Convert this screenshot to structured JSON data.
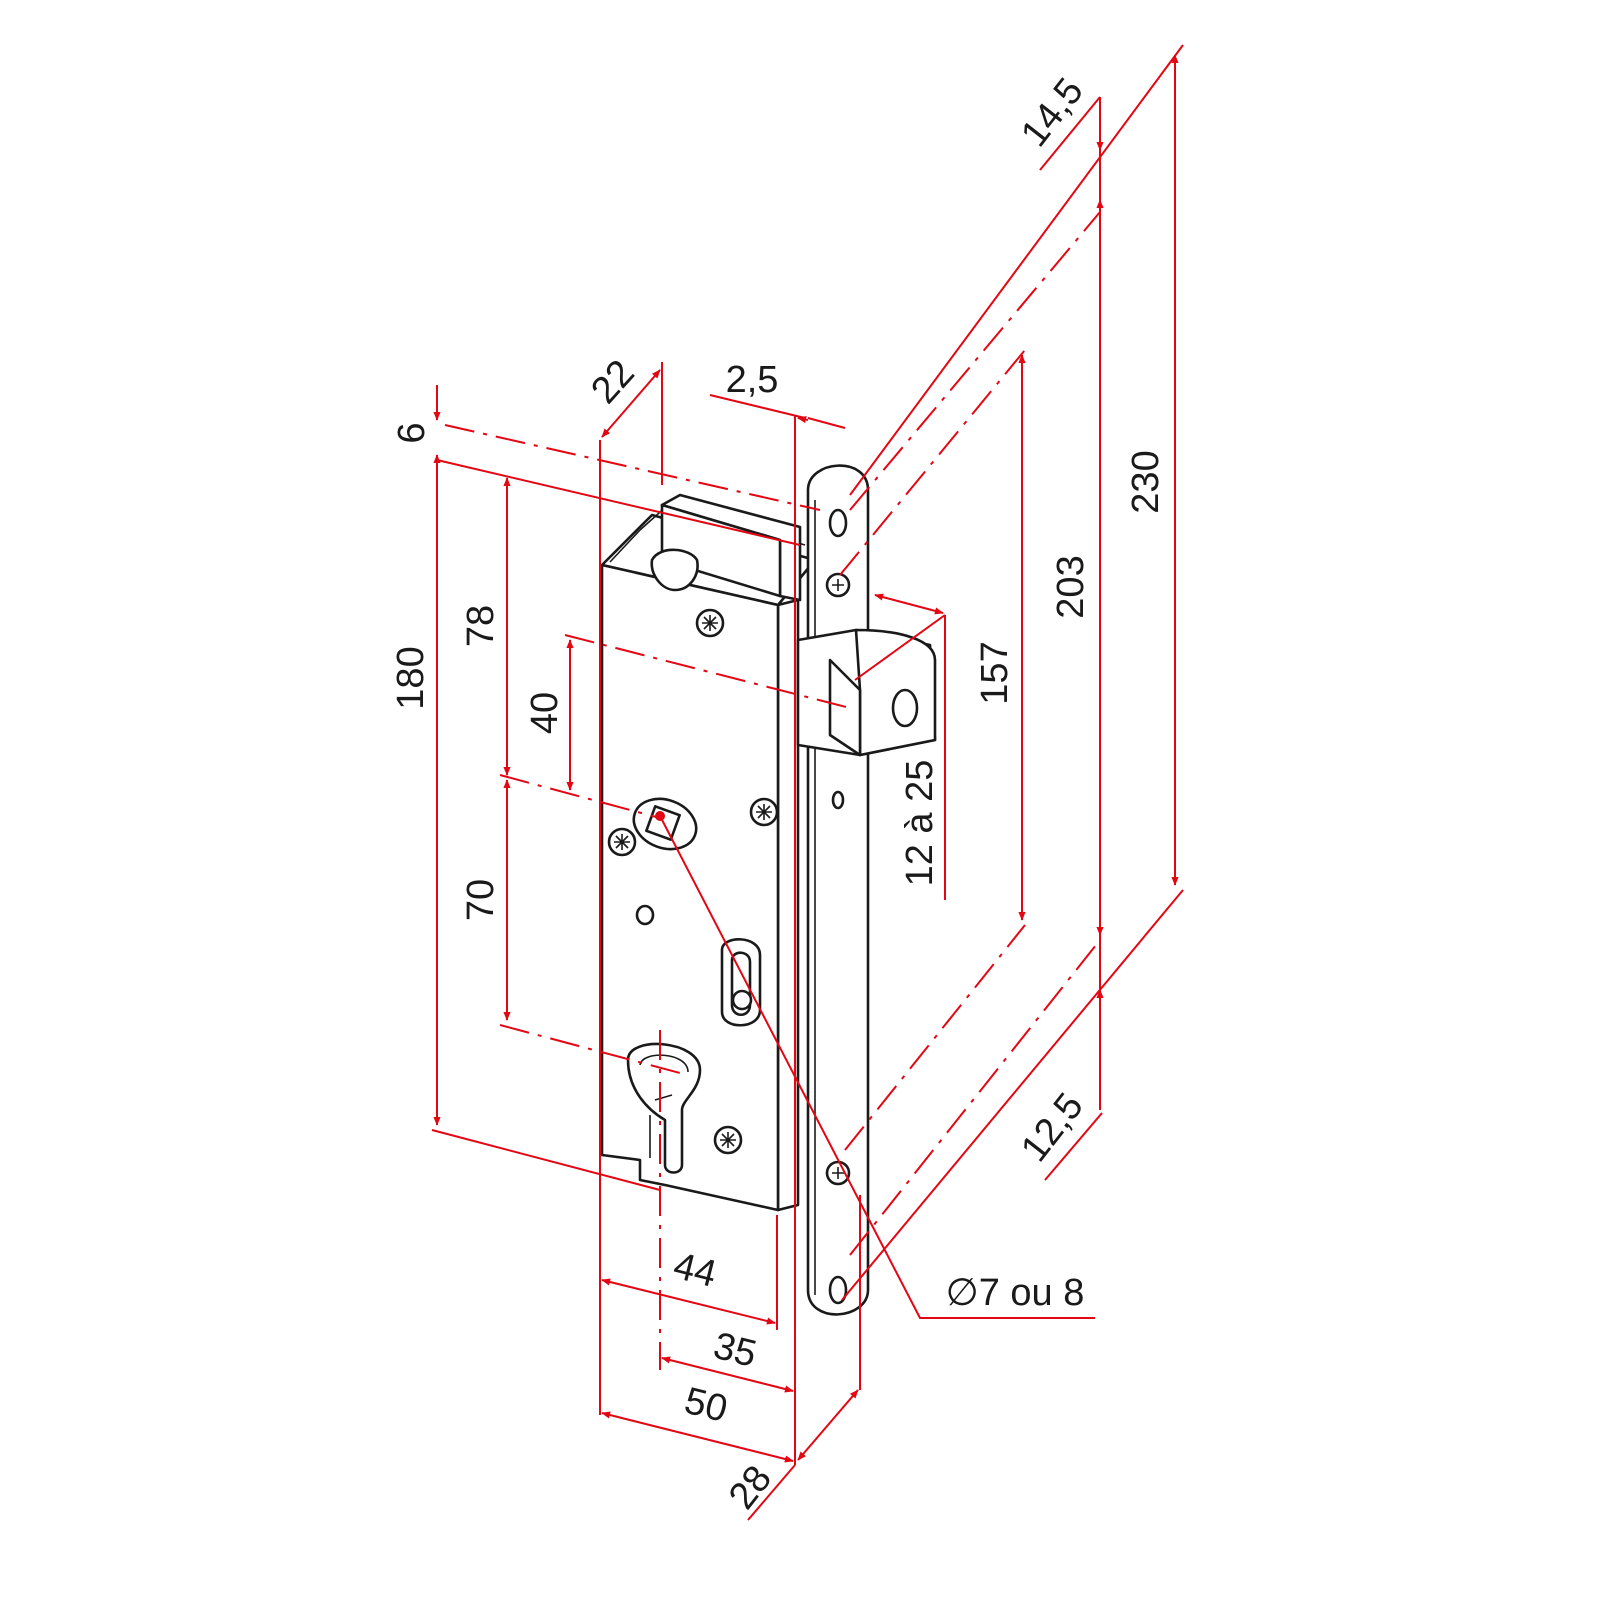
{
  "colors": {
    "dimension": "#e30613",
    "outline": "#1a1a1a",
    "background": "#ffffff"
  },
  "dimensions": {
    "d_6": "6",
    "d_22": "22",
    "d_2_5": "2,5",
    "d_14_5": "14,5",
    "d_230": "230",
    "d_203": "203",
    "d_157": "157",
    "d_12_25": "12 à 25",
    "d_180": "180",
    "d_78": "78",
    "d_40": "40",
    "d_70": "70",
    "d_44": "44",
    "d_35": "35",
    "d_50": "50",
    "d_28": "28",
    "d_12_5": "12,5",
    "d_hole": "∅7 ou 8"
  }
}
